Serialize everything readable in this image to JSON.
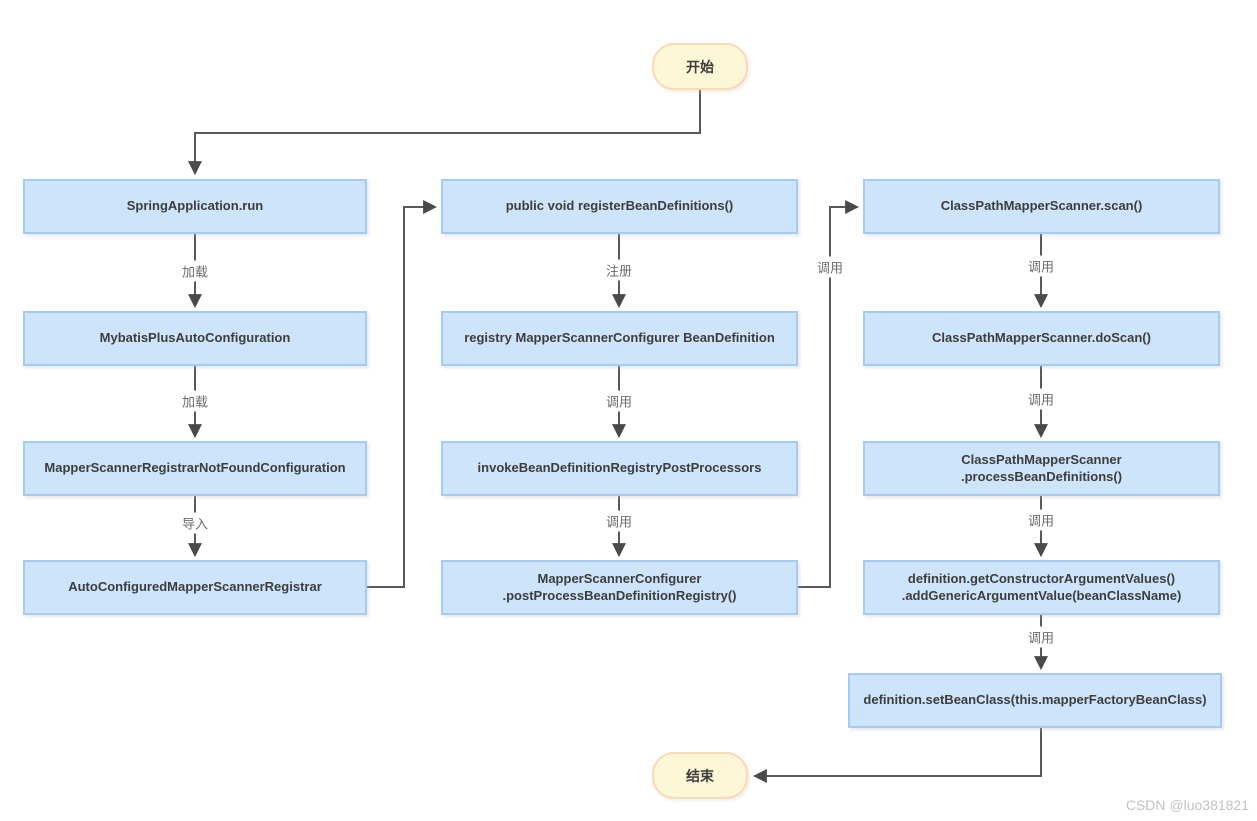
{
  "terminals": {
    "start": "开始",
    "end": "结束"
  },
  "col1": [
    "SpringApplication.run",
    "MybatisPlusAutoConfiguration",
    "MapperScannerRegistrarNotFoundConfiguration",
    "AutoConfiguredMapperScannerRegistrar"
  ],
  "col2": [
    "public void registerBeanDefinitions()",
    "registry MapperScannerConfigurer BeanDefinition",
    "invokeBeanDefinitionRegistryPostProcessors",
    "MapperScannerConfigurer\n.postProcessBeanDefinitionRegistry()"
  ],
  "col3": [
    "ClassPathMapperScanner.scan()",
    "ClassPathMapperScanner.doScan()",
    "ClassPathMapperScanner\n.processBeanDefinitions()",
    "definition.getConstructorArgumentValues()\n.addGenericArgumentValue(beanClassName)",
    "definition.setBeanClass(this.mapperFactoryBeanClass)"
  ],
  "edge_labels": [
    "加载",
    "加载",
    "导入",
    "注册",
    "调用",
    "调用",
    "调用",
    "调用",
    "调用",
    "调用",
    "调用"
  ],
  "watermark": "CSDN @luo381821",
  "colors": {
    "node_fill": "#cde4fb",
    "node_border": "#a5cbf3",
    "terminal_fill": "#fcf7d6",
    "terminal_border": "#f8d9b8",
    "edge": "#595959",
    "node_text": "#3d3d3d",
    "edge_label_text": "#6b6b6b",
    "watermark_text": "#c2c2c2"
  }
}
